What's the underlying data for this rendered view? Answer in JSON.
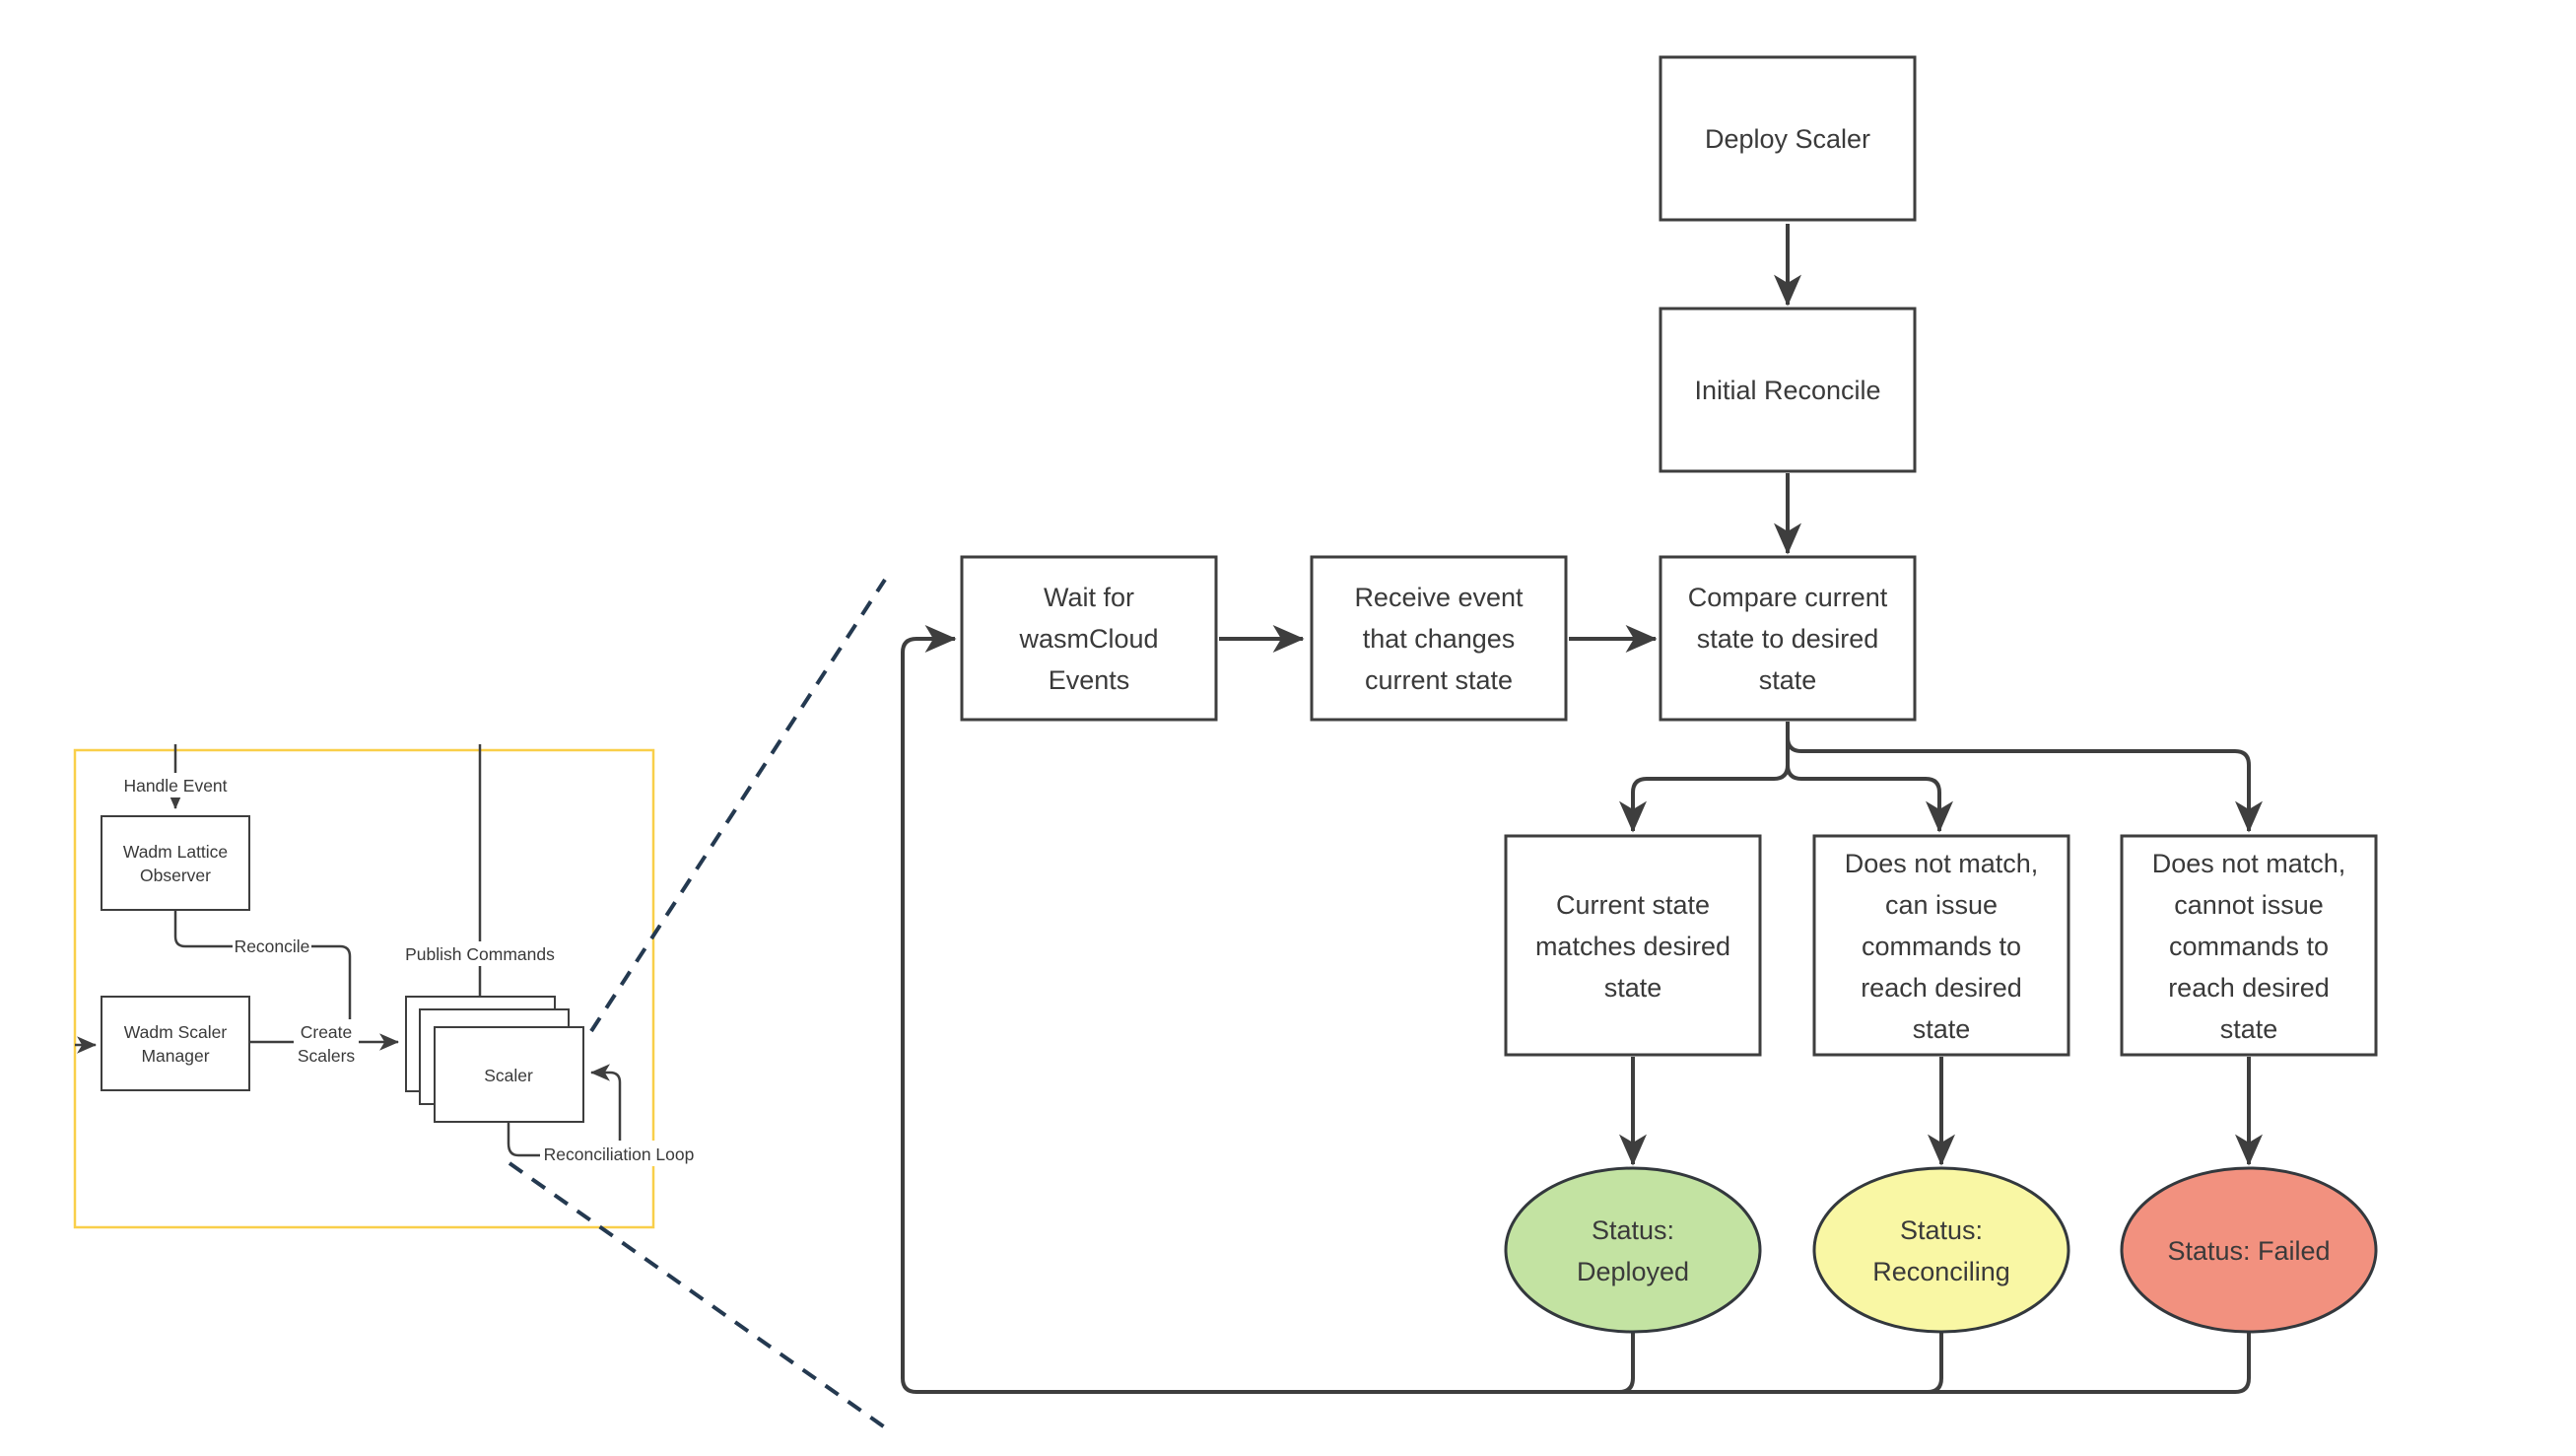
{
  "colors": {
    "line": "#3e3e3e",
    "text": "#3a3a3a",
    "frame_yellow": "#f9cf4a",
    "zoom_dash": "#243950",
    "status_deployed_fill": "#c3e3a2",
    "status_reconciling_fill": "#f9f7a4",
    "status_failed_fill": "#f2917f",
    "node_fill": "#ffffff"
  },
  "overview": {
    "nodes": {
      "observer": {
        "lines": [
          "Wadm Lattice",
          "Observer"
        ]
      },
      "manager": {
        "lines": [
          "Wadm Scaler",
          "Manager"
        ]
      },
      "scaler": {
        "label": "Scaler"
      }
    },
    "edge_labels": {
      "handle_event": "Handle Event",
      "reconcile": "Reconcile",
      "create_scalers": {
        "lines": [
          "Create",
          "Scalers"
        ]
      },
      "publish_commands": "Publish Commands",
      "reconciliation_loop": "Reconciliation Loop"
    }
  },
  "flowchart": {
    "nodes": {
      "deploy": {
        "lines": [
          "Deploy Scaler"
        ]
      },
      "initial": {
        "lines": [
          "Initial Reconcile"
        ]
      },
      "wait": {
        "lines": [
          "Wait for",
          "wasmCloud",
          "Events"
        ]
      },
      "receive": {
        "lines": [
          "Receive event",
          "that changes",
          "current state"
        ]
      },
      "compare": {
        "lines": [
          "Compare current",
          "state to desired",
          "state"
        ]
      },
      "match": {
        "lines": [
          "Current state",
          "matches desired",
          "state"
        ]
      },
      "can_issue": {
        "lines": [
          "Does not match,",
          "can issue",
          "commands to",
          "reach desired",
          "state"
        ]
      },
      "cannot_issue": {
        "lines": [
          "Does not match,",
          "cannot issue",
          "commands to",
          "reach desired",
          "state"
        ]
      },
      "status_deployed": {
        "lines": [
          "Status:",
          "Deployed"
        ]
      },
      "status_reconciling": {
        "lines": [
          "Status:",
          "Reconciling"
        ]
      },
      "status_failed": {
        "lines": [
          "Status: Failed"
        ]
      }
    }
  }
}
